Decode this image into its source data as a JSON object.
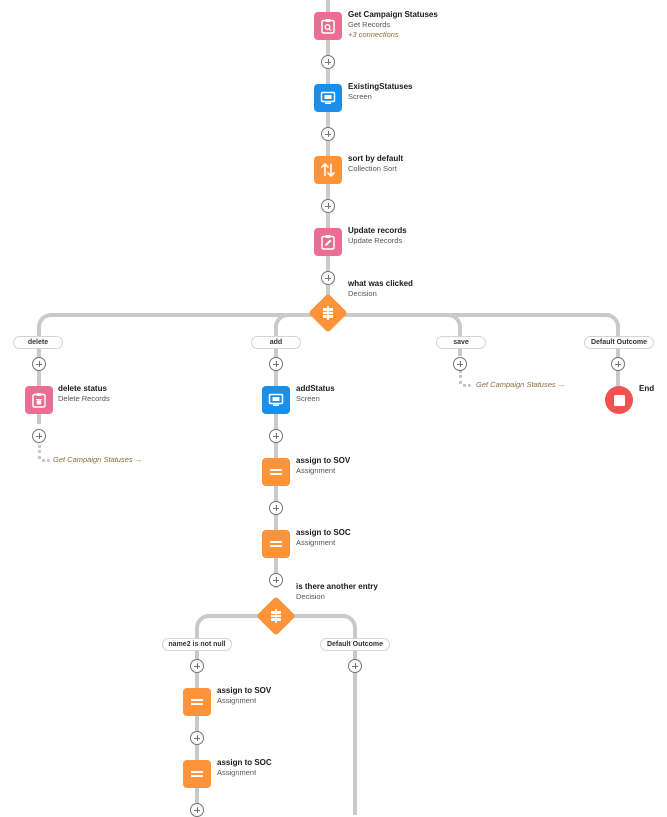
{
  "nodes": {
    "get_campaign_statuses": {
      "title": "Get Campaign Statuses",
      "subtitle": "Get Records",
      "connections": "+3 connections",
      "icon": "get-records-icon",
      "color": "#ea6e94"
    },
    "existing_statuses": {
      "title": "ExistingStatuses",
      "subtitle": "Screen",
      "icon": "screen-icon",
      "color": "#1b8ee8"
    },
    "sort_by_default": {
      "title": "sort by default",
      "subtitle": "Collection Sort",
      "icon": "sort-icon",
      "color": "#fe9339"
    },
    "update_records": {
      "title": "Update records",
      "subtitle": "Update Records",
      "icon": "update-records-icon",
      "color": "#ea6e94"
    },
    "what_was_clicked": {
      "title": "what was clicked",
      "subtitle": "Decision",
      "icon": "decision-icon",
      "color": "#fe9339"
    },
    "delete_status": {
      "title": "delete status",
      "subtitle": "Delete Records",
      "icon": "delete-records-icon",
      "color": "#ea6e94"
    },
    "add_status": {
      "title": "addStatus",
      "subtitle": "Screen",
      "icon": "screen-icon",
      "color": "#1b8ee8"
    },
    "assign_sov_1": {
      "title": "assign to SOV",
      "subtitle": "Assignment",
      "icon": "assignment-icon",
      "color": "#fe9339"
    },
    "assign_soc_1": {
      "title": "assign to SOC",
      "subtitle": "Assignment",
      "icon": "assignment-icon",
      "color": "#fe9339"
    },
    "another_entry": {
      "title": "is there another entry",
      "subtitle": "Decision",
      "icon": "decision-icon",
      "color": "#fe9339"
    },
    "assign_sov_2": {
      "title": "assign to SOV",
      "subtitle": "Assignment",
      "icon": "assignment-icon",
      "color": "#fe9339"
    },
    "assign_soc_2": {
      "title": "assign to SOC",
      "subtitle": "Assignment",
      "icon": "assignment-icon",
      "color": "#fe9339"
    },
    "end": {
      "title": "End",
      "icon": "stop-icon",
      "color": "#ef5350"
    }
  },
  "branches": {
    "delete": "delete",
    "add": "add",
    "save": "save",
    "default_outcome_1": "Default Outcome",
    "name2_not_null": "name2 is not null",
    "default_outcome_2": "Default Outcome"
  },
  "gotos": {
    "save_goto": "Get Campaign Statuses →",
    "delete_goto": "Get Campaign Statuses →"
  }
}
